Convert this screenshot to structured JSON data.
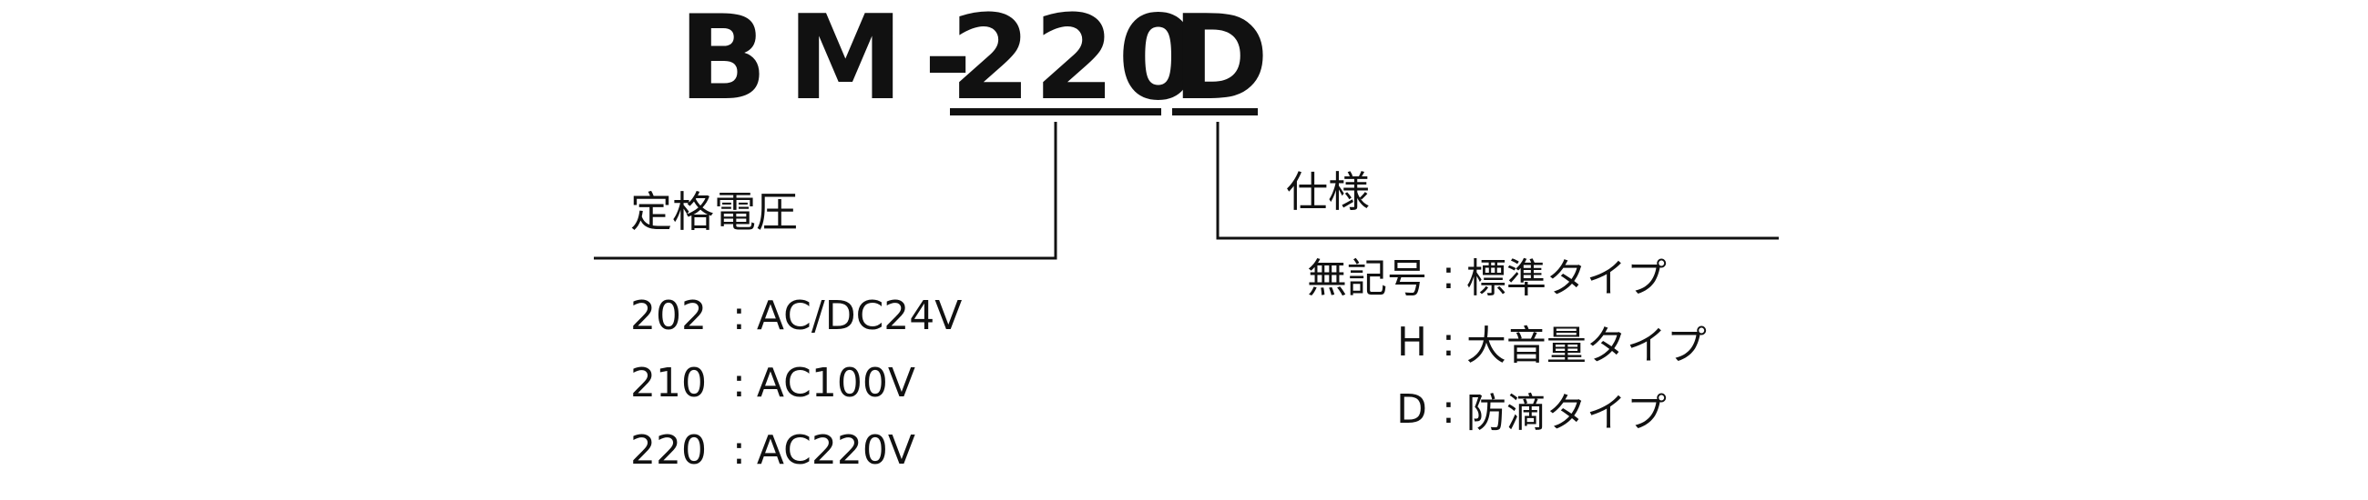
{
  "diagram": {
    "model": {
      "prefix": "BM-",
      "voltage_code": "220",
      "spec_code": "D"
    },
    "voltage_section": {
      "heading": "定格電圧",
      "options": [
        {
          "code": "202",
          "separator": ":",
          "description": "AC/DC24V"
        },
        {
          "code": "210",
          "separator": ":",
          "description": "AC100V"
        },
        {
          "code": "220",
          "separator": ":",
          "description": "AC220V"
        }
      ]
    },
    "spec_section": {
      "heading": "仕様",
      "options": [
        {
          "code": "無記号",
          "separator": ":",
          "description": "標準タイプ"
        },
        {
          "code": "H",
          "separator": ":",
          "description": "大音量タイプ"
        },
        {
          "code": "D",
          "separator": ":",
          "description": "防滴タイプ"
        }
      ]
    },
    "colors": {
      "text": "#111111",
      "lines": "#111111",
      "background": "#ffffff"
    }
  }
}
